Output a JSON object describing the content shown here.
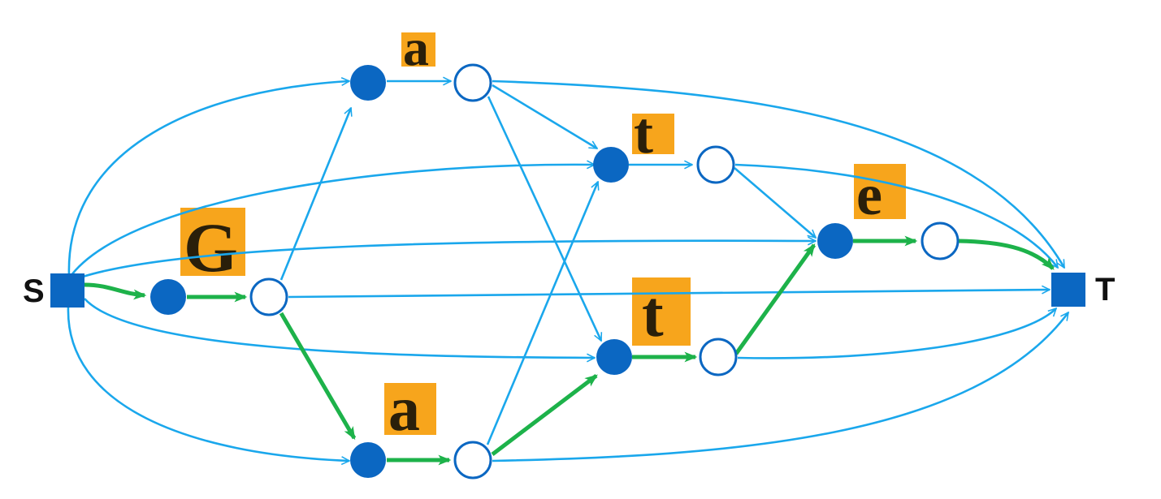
{
  "colors": {
    "edge": "#1aa7ec",
    "path": "#1db24a",
    "node_fill": "#0b67c2",
    "node_stroke": "#0b67c2",
    "open_fill": "#ffffff",
    "patch": "#f7a51c",
    "patch_text": "#2a1f0a"
  },
  "labels": {
    "source": "S",
    "target": "T"
  },
  "patches": [
    {
      "id": "g",
      "text": "G"
    },
    {
      "id": "a-top",
      "text": "a"
    },
    {
      "id": "a-bottom",
      "text": "a"
    },
    {
      "id": "t-upper",
      "text": "t"
    },
    {
      "id": "t-lower",
      "text": "t"
    },
    {
      "id": "e",
      "text": "e"
    }
  ],
  "nodes": [
    {
      "id": "S",
      "kind": "terminal"
    },
    {
      "id": "T",
      "kind": "terminal"
    },
    {
      "id": "g-start",
      "kind": "start"
    },
    {
      "id": "g-end",
      "kind": "end"
    },
    {
      "id": "a-top-start",
      "kind": "start"
    },
    {
      "id": "a-top-end",
      "kind": "end"
    },
    {
      "id": "a-bottom-start",
      "kind": "start"
    },
    {
      "id": "a-bottom-end",
      "kind": "end"
    },
    {
      "id": "t-upper-start",
      "kind": "start"
    },
    {
      "id": "t-upper-end",
      "kind": "end"
    },
    {
      "id": "t-lower-start",
      "kind": "start"
    },
    {
      "id": "t-lower-end",
      "kind": "end"
    },
    {
      "id": "e-start",
      "kind": "start"
    },
    {
      "id": "e-end",
      "kind": "end"
    }
  ],
  "highlighted_path": [
    "S",
    "g-start",
    "g-end",
    "a-bottom-start",
    "a-bottom-end",
    "t-lower-start",
    "t-lower-end",
    "e-start",
    "e-end",
    "T"
  ]
}
